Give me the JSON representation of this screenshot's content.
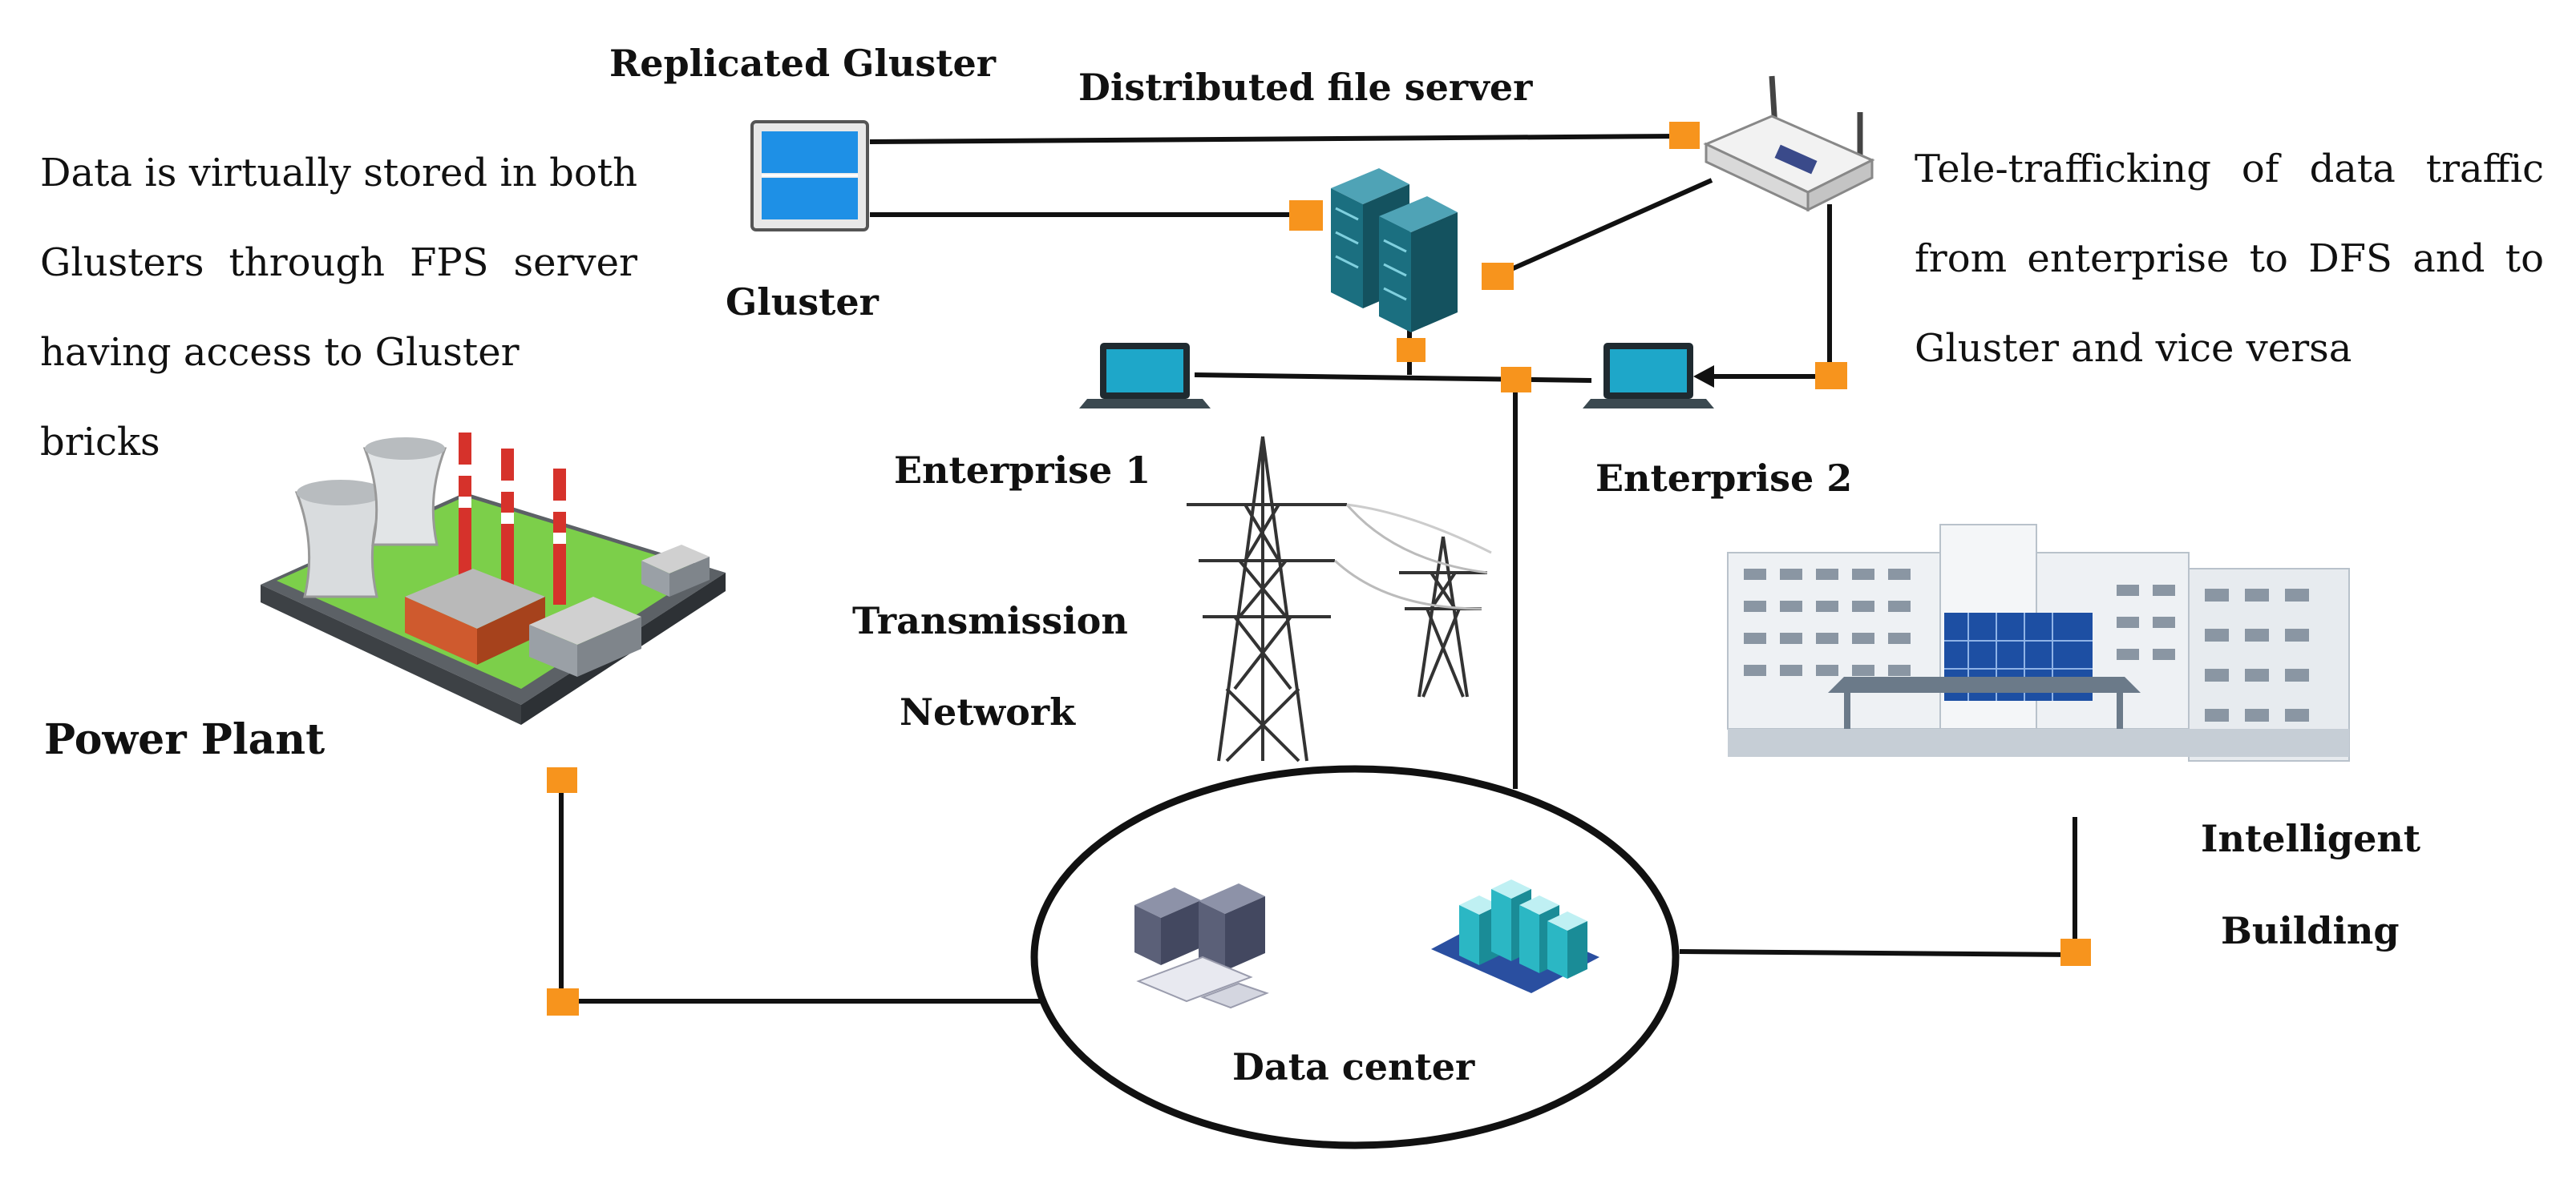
{
  "labels": {
    "replicated_gluster": "Replicated Gluster",
    "distributed_file_server": "Distributed file server",
    "gluster": "Gluster",
    "enterprise_1": "Enterprise 1",
    "enterprise_2": "Enterprise 2",
    "transmission_network": [
      "Transmission",
      "Network"
    ],
    "power_plant": "Power Plant",
    "intelligent_building": [
      "Intelligent",
      "Building"
    ],
    "data_center": "Data center"
  },
  "notes": {
    "left": [
      "Data is virtually stored in both",
      "Glusters through FPS server",
      "having access to Gluster bricks"
    ],
    "right": [
      "Tele-trafficking of data traffic",
      "from enterprise to DFS and to",
      "Gluster and vice versa"
    ]
  },
  "colors": {
    "connector": "#f7941d",
    "line": "#111111",
    "gluster_blue": "#1e90e6",
    "server_teal": "#1b6f80",
    "laptop_screen": "#1ea7c9"
  },
  "icons": [
    "gluster-server-icon",
    "file-server-rack-icon",
    "wifi-router-icon",
    "laptop-icon",
    "transmission-tower-icon",
    "power-plant-icon",
    "hospital-building-icon",
    "datacenter-workstation-icon",
    "server-cluster-icon"
  ]
}
